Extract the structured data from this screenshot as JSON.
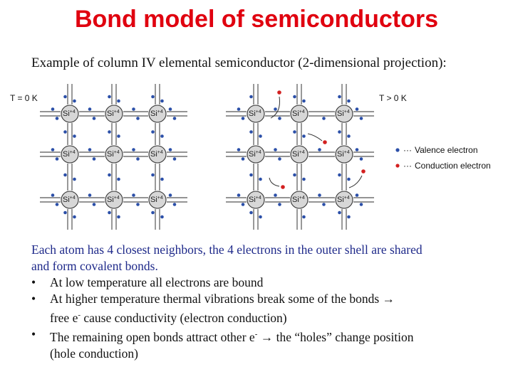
{
  "title": "Bond model of semiconductors",
  "subtitle": "Example of column IV elemental semiconductor (2-dimensional projection):",
  "diagram": {
    "left_temperature": "T = 0 K",
    "right_temperature": "T > 0 K",
    "atom_symbol": "Si",
    "atom_charge": "+4",
    "legend": {
      "valence": "Valence electron",
      "conduction": "Conduction electron"
    },
    "colors": {
      "valence": "#2b4fa8",
      "conduction": "#d32020"
    }
  },
  "text": {
    "intro_line1": "Each atom has 4 closest neighbors, the 4 electrons in the outer shell are shared",
    "intro_line2": "and form covalent bonds.",
    "bullet_symbol": "•",
    "bullet1": "At low temperature all electrons are bound",
    "bullet2_line1": "At higher temperature thermal vibrations break some of the bonds →",
    "bullet2_line2_pre": "free e",
    "bullet2_line2_sup": "-",
    "bullet2_line2_post": " cause conductivity (electron conduction)",
    "bullet3_line1_pre": "The remaining open bonds attract other e",
    "bullet3_line1_sup": "-",
    "bullet3_line1_post": " → the “holes” change position",
    "bullet3_line2": "(hole conduction)"
  }
}
